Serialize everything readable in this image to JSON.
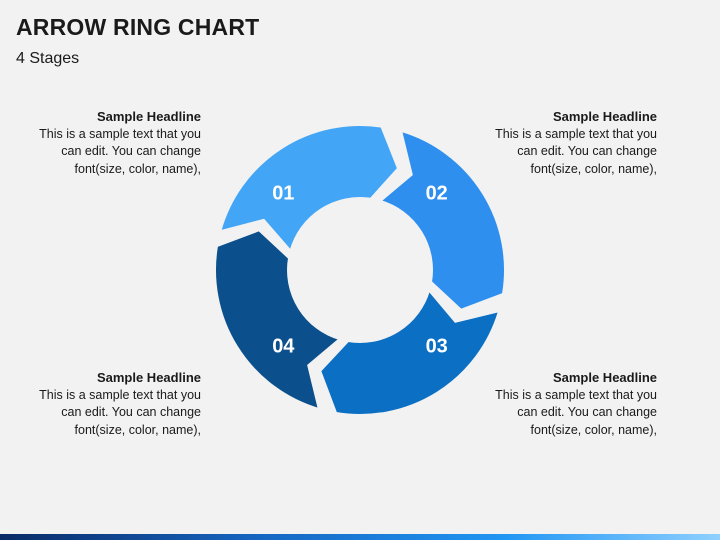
{
  "header": {
    "title": "ARROW RING CHART",
    "subtitle": "4 Stages"
  },
  "stages": [
    {
      "label": "01",
      "color": "#42a5f5"
    },
    {
      "label": "02",
      "color": "#2e8fef"
    },
    {
      "label": "03",
      "color": "#0b6fc4"
    },
    {
      "label": "04",
      "color": "#0b4f8c"
    }
  ],
  "blocks": {
    "top_left": {
      "headline": "Sample Headline",
      "lines": [
        "This is a sample text that you",
        "can edit. You can change",
        "font(size, color, name),"
      ]
    },
    "top_right": {
      "headline": "Sample Headline",
      "lines": [
        "This is a sample text that you",
        "can edit. You can change",
        "font(size, color, name),"
      ]
    },
    "bottom_left": {
      "headline": "Sample Headline",
      "lines": [
        "This is a sample text that you",
        "can edit. You can change",
        "font(size, color, name),"
      ]
    },
    "bottom_right": {
      "headline": "Sample Headline",
      "lines": [
        "This is a sample text that you",
        "can edit. You can change",
        "font(size, color, name),"
      ]
    }
  }
}
